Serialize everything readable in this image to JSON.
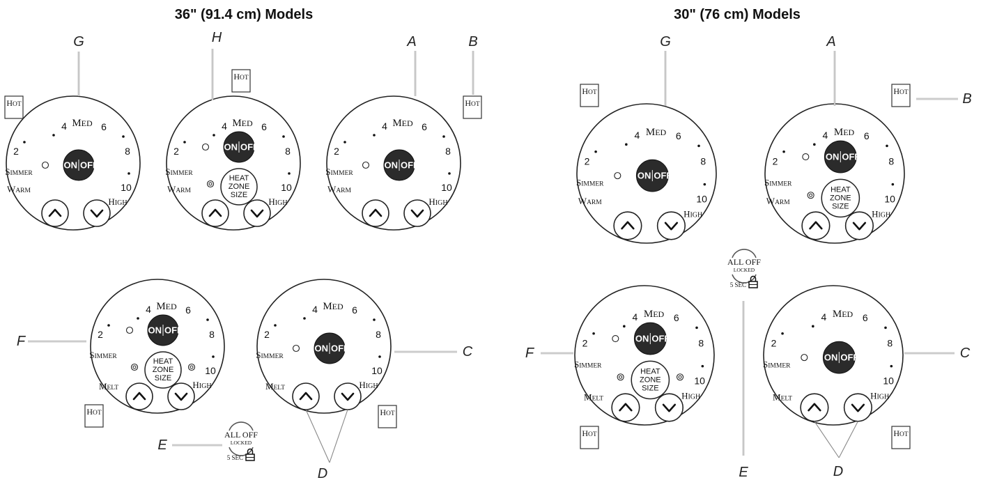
{
  "titles": {
    "left": "36\" (91.4 cm) Models",
    "right": "30\" (76 cm) Models"
  },
  "letters": {
    "A": "A",
    "B": "B",
    "C": "C",
    "D": "D",
    "E": "E",
    "F": "F",
    "G": "G",
    "H": "H"
  },
  "dial": {
    "n2": "2",
    "n4": "4",
    "med": "MED",
    "n6": "6",
    "n8": "8",
    "n10": "10",
    "simmer": "SIMMER",
    "warm": "WARM",
    "melt": "MELT",
    "high": "HIGH",
    "on": "ON",
    "off": "OFF"
  },
  "heat_zone": {
    "line1": "HEAT",
    "line2": "ZONE",
    "line3": "SIZE"
  },
  "hot_label": "HOT",
  "all_off": {
    "line1": "ALL OFF",
    "line2": "LOCKED",
    "timer": "5 SEC"
  },
  "icons": [
    "up-arrow-icon",
    "down-arrow-icon",
    "lock-icon",
    "circular-arrow-icon",
    "indicator-dot-icon"
  ]
}
